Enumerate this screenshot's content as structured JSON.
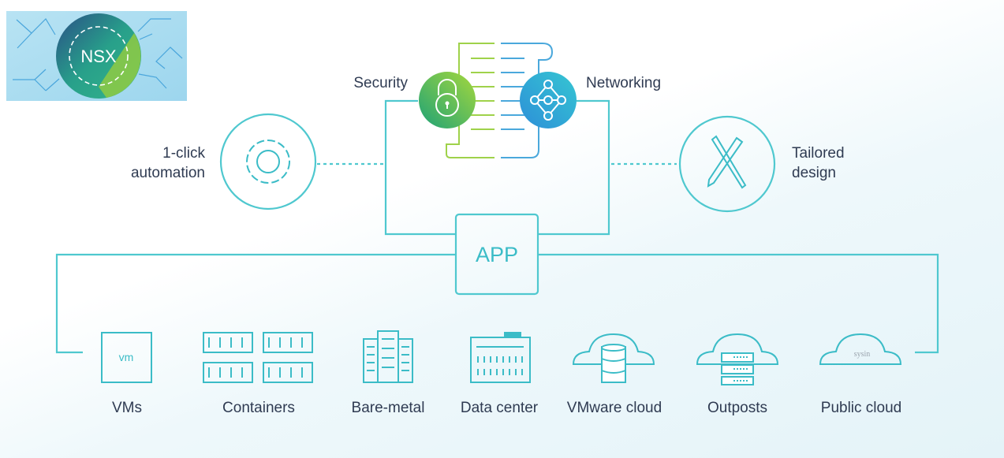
{
  "logo": {
    "text": "NSX"
  },
  "top": {
    "security": "Security",
    "networking": "Networking",
    "automation_line1": "1-click",
    "automation_line2": "automation",
    "tailored_line1": "Tailored",
    "tailored_line2": "design",
    "app": "APP"
  },
  "targets": [
    {
      "label": "VMs",
      "icon": "vm-box-icon",
      "icon_text": "vm"
    },
    {
      "label": "Containers",
      "icon": "containers-icon"
    },
    {
      "label": "Bare-metal",
      "icon": "server-rack-icon"
    },
    {
      "label": "Data center",
      "icon": "data-center-icon"
    },
    {
      "label": "VMware cloud",
      "icon": "cloud-database-icon"
    },
    {
      "label": "Outposts",
      "icon": "cloud-server-icon"
    },
    {
      "label": "Public cloud",
      "icon": "cloud-icon"
    }
  ],
  "watermark": "sysin",
  "colors": {
    "line": "#4fc8cf",
    "text": "#2f3b52",
    "security_green": "#3fb56a",
    "networking_blue": "#2fa3dc"
  }
}
